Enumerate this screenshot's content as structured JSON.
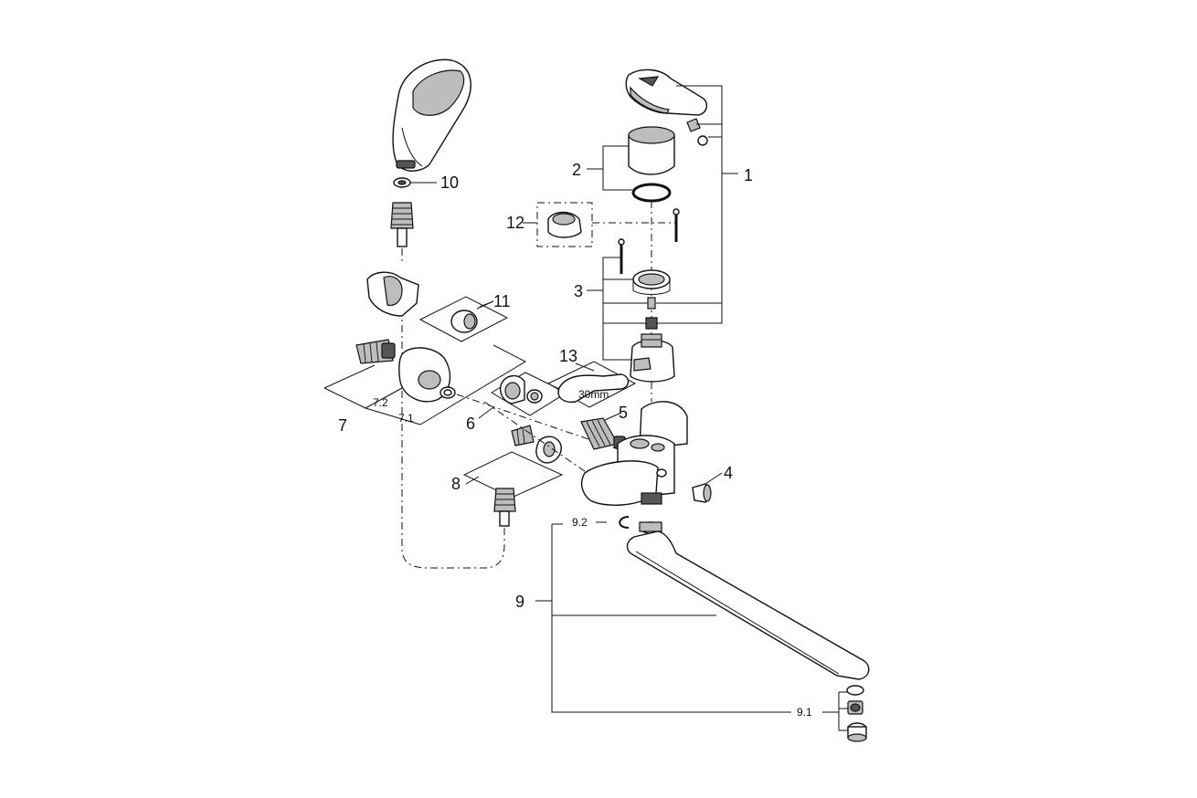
{
  "callouts": {
    "c1": "1",
    "c2": "2",
    "c3": "3",
    "c4": "4",
    "c5": "5",
    "c6": "6",
    "c7": "7",
    "c7_1": "7.1",
    "c7_2": "7.2",
    "c8": "8",
    "c9": "9",
    "c9_1": "9.1",
    "c9_2": "9.2",
    "c10": "10",
    "c11": "11",
    "c12": "12",
    "c13": "13"
  },
  "tool_label": "30mm"
}
